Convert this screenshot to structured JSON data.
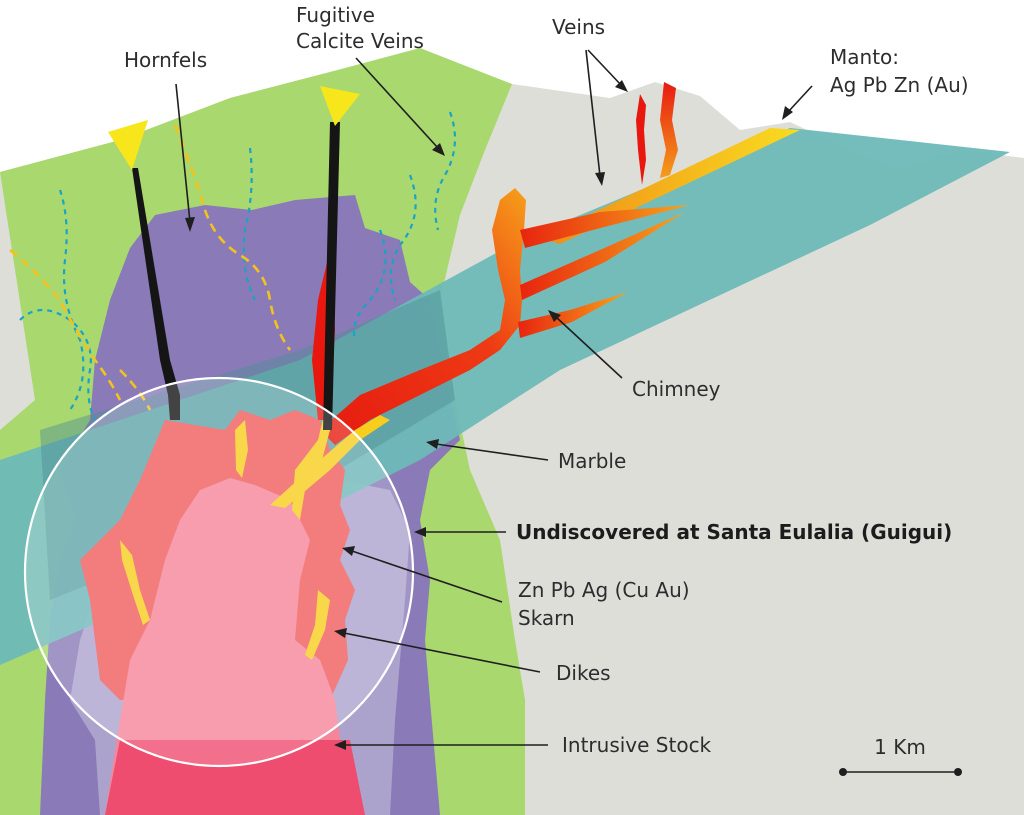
{
  "labels": {
    "hornfels": "Hornfels",
    "fugitive_line1": "Fugitive",
    "fugitive_line2": "Calcite Veins",
    "veins": "Veins",
    "manto_line1": "Manto:",
    "manto_line2": "Ag Pb Zn (Au)",
    "chimney": "Chimney",
    "marble": "Marble",
    "undiscovered": "Undiscovered at Santa Eulalia (Guigui)",
    "skarn_line1": "Zn  Pb Ag (Cu Au)",
    "skarn_line2": "Skarn",
    "dikes": "Dikes",
    "intrusive_stock": "Intrusive Stock",
    "scale": "1 Km"
  },
  "colors": {
    "background": "#ffffff",
    "basement_grey": "#deded9",
    "hornfels_green": "#a9d86e",
    "purple_aureole": "#8a7bb8",
    "lavender": "#aca3cd",
    "marble_teal": "#6eb9b8",
    "skarn_red": "#f15c5c",
    "stock_pink": "#f58599",
    "stock_deep": "#ef4d6f",
    "chimney_red": "#e8180f",
    "vein_orange": "#f39a1a",
    "manto_yellow": "#f8d21c",
    "dike_yellow": "#f8cd1e",
    "calcite_blue": "#1aa3c4"
  }
}
